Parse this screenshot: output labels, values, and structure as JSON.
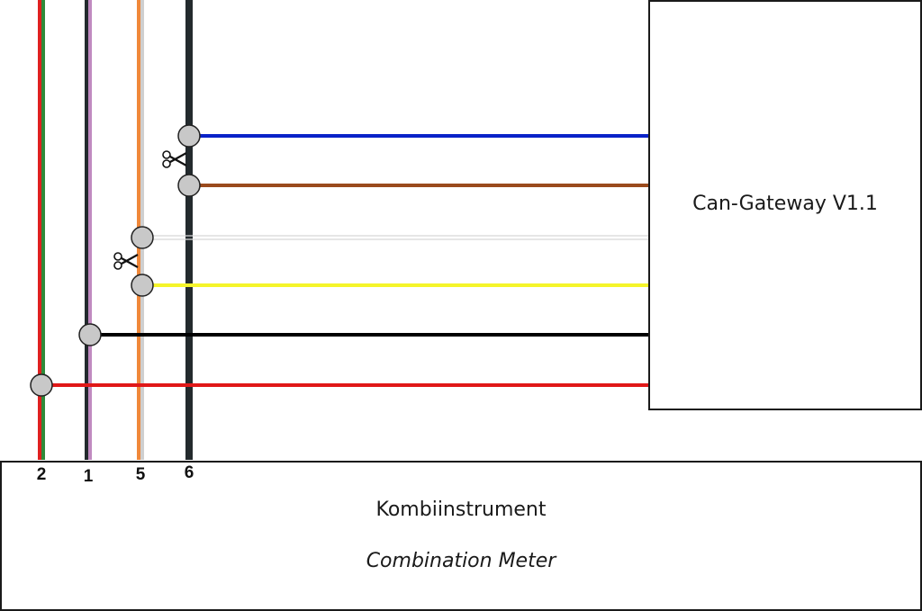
{
  "gateway": {
    "label": "Can-Gateway V1.1"
  },
  "meter": {
    "title": "Kombiinstrument",
    "subtitle": "Combination Meter"
  },
  "pins": [
    {
      "label": "2",
      "colors": [
        "#e02020",
        "#2f8a3a"
      ]
    },
    {
      "label": "1",
      "colors": [
        "#232a2d",
        "#c08ac0"
      ]
    },
    {
      "label": "5",
      "colors": [
        "#f0883a",
        "#cfcfcf"
      ]
    },
    {
      "label": "6",
      "colors": [
        "#232a2d"
      ]
    }
  ],
  "connections": [
    {
      "color": "#0a22c8",
      "trunk": "6"
    },
    {
      "color": "#9a4a1c",
      "trunk": "6"
    },
    {
      "color": "#d8d8d8",
      "trunk": "5"
    },
    {
      "color": "#f5f52a",
      "trunk": "5"
    },
    {
      "color": "#000000",
      "trunk": "1"
    },
    {
      "color": "#e01818",
      "trunk": "2"
    }
  ],
  "cuts": [
    {
      "trunk": "6",
      "icon": "scissors-icon"
    },
    {
      "trunk": "5",
      "icon": "scissors-icon"
    }
  ],
  "colors": {
    "node_fill": "#c8c8c8",
    "node_stroke": "#222222",
    "box_border": "#1a1a1a"
  }
}
